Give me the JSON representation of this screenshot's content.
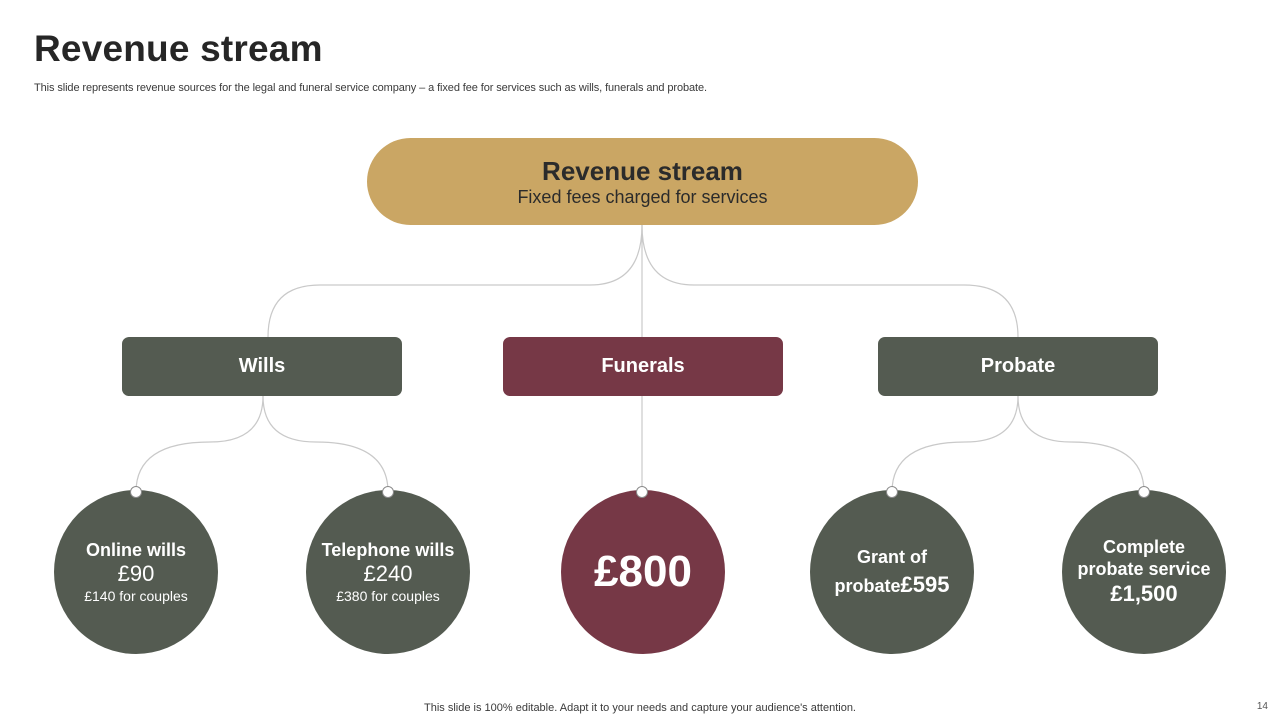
{
  "title": "Revenue stream",
  "subtitle": "This slide represents revenue sources for the legal and funeral service company – a fixed fee for services such as wills, funerals and probate.",
  "root": {
    "title": "Revenue stream",
    "subtitle": "Fixed fees charged for services"
  },
  "categories": [
    {
      "label": "Wills",
      "color": "#545b51"
    },
    {
      "label": "Funerals",
      "color": "#763846"
    },
    {
      "label": "Probate",
      "color": "#545b51"
    }
  ],
  "items": [
    {
      "title": "Online wills",
      "price": "£90",
      "note": "£140 for couples"
    },
    {
      "title": "Telephone wills",
      "price": "£240",
      "note": "£380 for couples"
    },
    {
      "price": "£800"
    },
    {
      "title_line1": "Grant of",
      "title_line2": "probate",
      "price": "£595"
    },
    {
      "title": "Complete probate service",
      "price": "£1,500"
    }
  ],
  "colors": {
    "gold": "#caa664",
    "green": "#545b51",
    "maroon": "#763846",
    "connector": "#c9c9c9"
  },
  "footer": "This slide is 100% editable. Adapt it to your needs and capture your audience's attention.",
  "page_number": "14"
}
